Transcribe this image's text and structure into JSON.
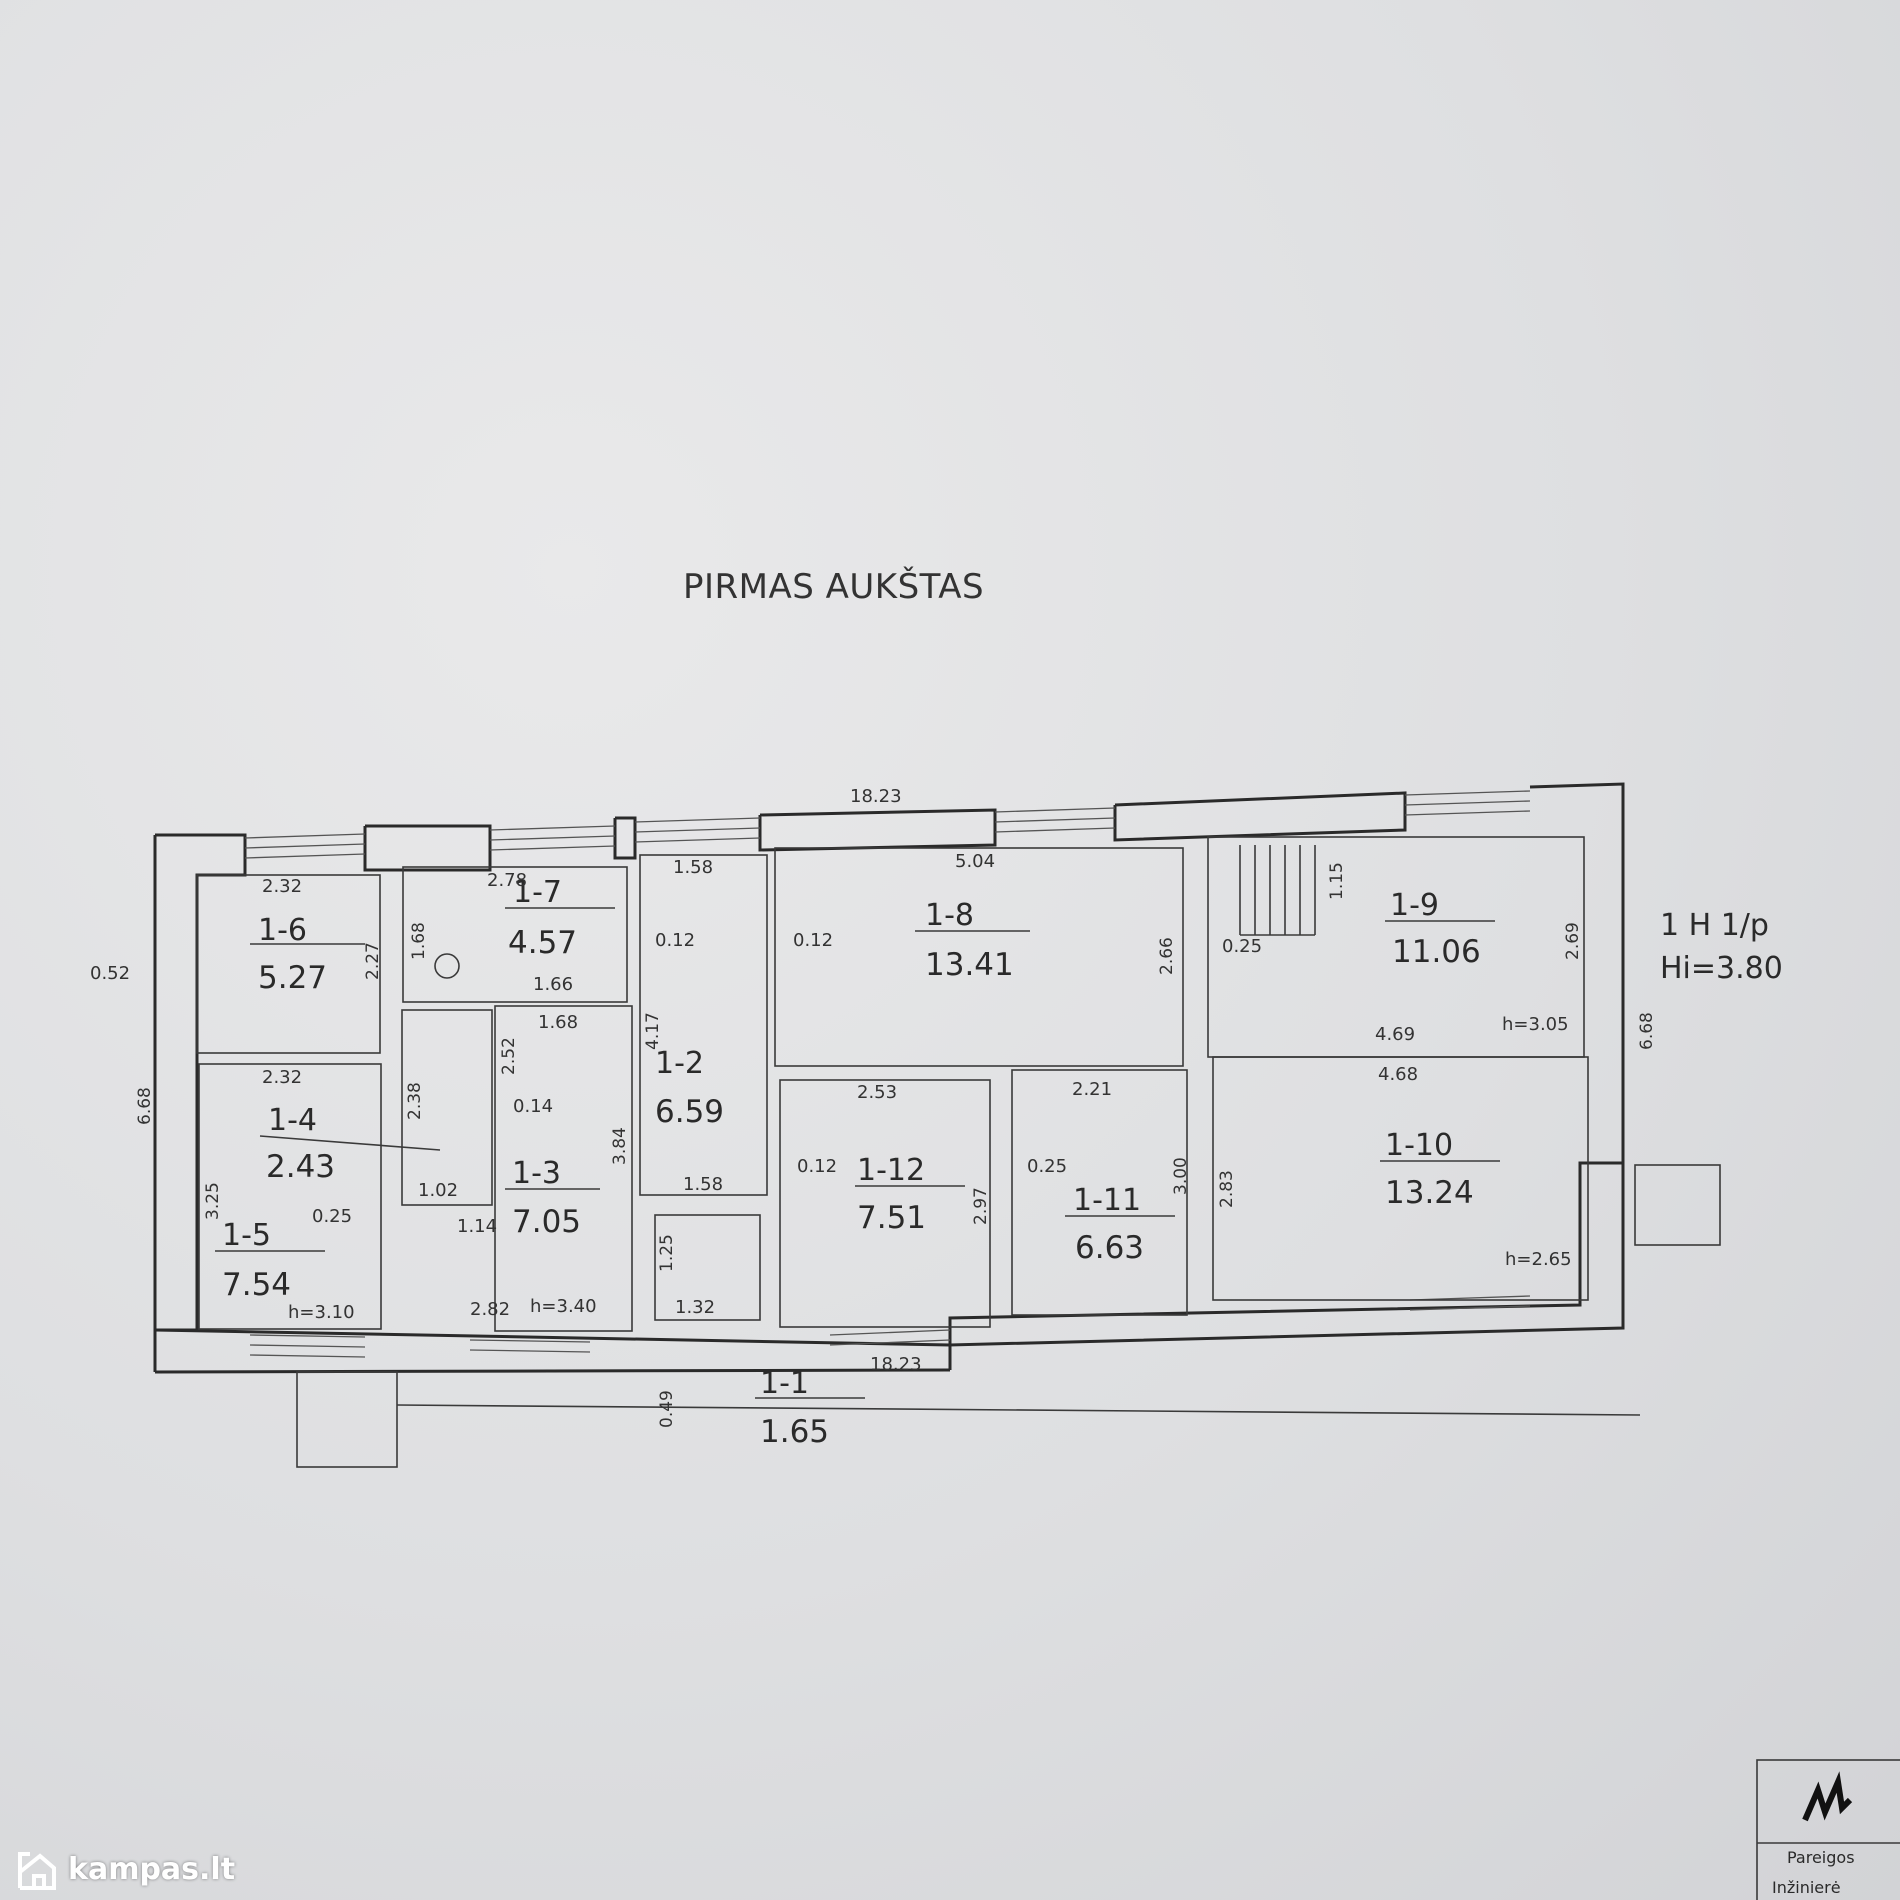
{
  "title": "PIRMAS AUKŠTAS",
  "legend": {
    "line1": "1 H 1/p",
    "line2": "Hi=3.80"
  },
  "rooms": [
    {
      "id": "1-6",
      "area": "5.27"
    },
    {
      "id": "1-7",
      "area": "4.57"
    },
    {
      "id": "1-8",
      "area": "13.41"
    },
    {
      "id": "1-9",
      "area": "11.06"
    },
    {
      "id": "1-4",
      "area": "2.43"
    },
    {
      "id": "1-3",
      "area": "7.05"
    },
    {
      "id": "1-2",
      "area": "6.59"
    },
    {
      "id": "1-5",
      "area": "7.54"
    },
    {
      "id": "1-12",
      "area": "7.51"
    },
    {
      "id": "1-11",
      "area": "6.63"
    },
    {
      "id": "1-10",
      "area": "13.24"
    },
    {
      "id": "1-1",
      "area": "1.65"
    }
  ],
  "dimensions": {
    "top_overall": "18.23",
    "bottom_overall": "18.23",
    "left_overall": "6.68",
    "right_overall": "6.68",
    "d_2_32_a": "2.32",
    "d_2_78": "2.78",
    "d_1_58_top": "1.58",
    "d_5_04": "5.04",
    "d_1_15": "1.15",
    "d_2_69": "2.69",
    "d_0_52": "0.52",
    "d_2_27": "2.27",
    "d_1_68_v": "1.68",
    "d_1_66": "1.66",
    "d_0_12_a": "0.12",
    "d_0_12_b": "0.12",
    "d_2_66": "2.66",
    "d_0_25_a": "0.25",
    "d_4_69": "4.69",
    "d_h305": "h=3.05",
    "d_1_68_h": "1.68",
    "d_4_17": "4.17",
    "d_2_32_b": "2.32",
    "d_2_52": "2.52",
    "d_2_38": "2.38",
    "d_0_14": "0.14",
    "d_2_53": "2.53",
    "d_2_21": "2.21",
    "d_4_68": "4.68",
    "d_3_84": "3.84",
    "d_1_02": "1.02",
    "d_1_58_b": "1.58",
    "d_0_12_c": "0.12",
    "d_2_97": "2.97",
    "d_0_25_b": "0.25",
    "d_3_00": "3.00",
    "d_2_83": "2.83",
    "d_3_25": "3.25",
    "d_0_25_c": "0.25",
    "d_1_14": "1.14",
    "d_1_25": "1.25",
    "d_1_32": "1.32",
    "d_h265": "h=2.65",
    "d_h310": "h=3.10",
    "d_2_82": "2.82",
    "d_h340": "h=3.40",
    "d_0_49": "0.49"
  },
  "stamp": {
    "line1": "Pareigos",
    "line2": "Inžinierė"
  },
  "watermark": "kampas.lt"
}
